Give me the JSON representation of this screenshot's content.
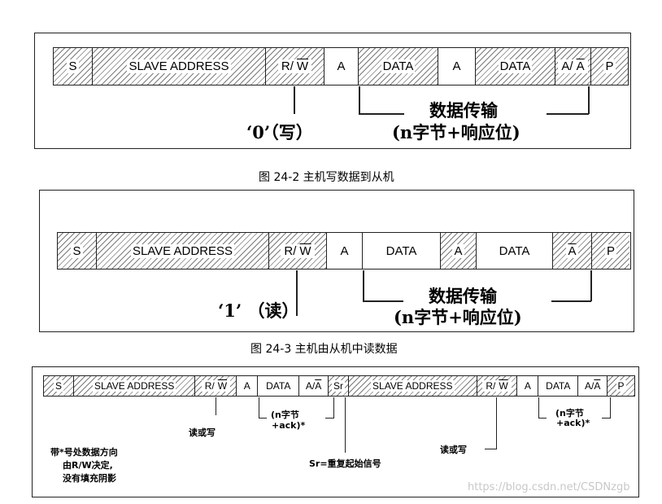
{
  "fig1": {
    "cells": [
      "S",
      "SLAVE ADDRESS",
      "R/",
      "W",
      "A",
      "DATA",
      "A",
      "DATA",
      "A/",
      "A",
      "P"
    ],
    "zero_write": "‘0’（写）",
    "transfer": "数据传输",
    "bytes_ack": "(n字节+响应位)",
    "caption": "图 24-2 主机写数据到从机"
  },
  "fig2": {
    "cells": [
      "S",
      "SLAVE ADDRESS",
      "R/",
      "W",
      "A",
      "DATA",
      "A",
      "DATA",
      "A",
      "P"
    ],
    "one_read": "‘1’ （读）",
    "transfer": "数据传输",
    "bytes_ack": "(n字节+响应位)",
    "caption": "图 24-3 主机由从机中读数据"
  },
  "fig3": {
    "cells": [
      "S",
      "SLAVE ADDRESS",
      "R/",
      "W",
      "A",
      "DATA",
      "A/",
      "A",
      "Sr",
      "SLAVE ADDRESS",
      "R/",
      "W",
      "A",
      "DATA",
      "A/",
      "A",
      "P"
    ],
    "read_or_write_1": "读或写",
    "nbytes_1": "(n字节",
    "ack_1": "+ack)*",
    "read_or_write_2": "读或写",
    "nbytes_2": "(n字节",
    "ack_2": "+ack)*",
    "sr_note": "Sr=重复起始信号",
    "note_line1": "带*号处数据方向",
    "note_line2": "由R/W决定,",
    "note_line3": "没有填充阴影"
  },
  "watermark": "https://blog.csdn.net/CSDNzgb",
  "colors": {
    "border": "#222222",
    "hatch": "#7a7a7a",
    "watermark": "#c8c8c8"
  }
}
